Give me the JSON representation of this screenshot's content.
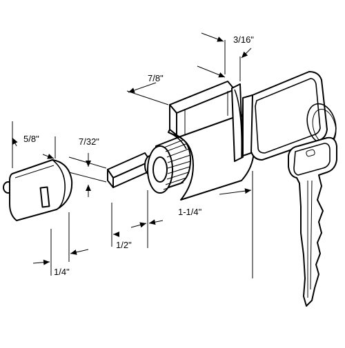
{
  "diagram": {
    "dimensions": {
      "top_width": "3/16\"",
      "cylinder_length": "7/8\"",
      "cap_length": "5/8\"",
      "tail_thickness": "7/32\"",
      "body_length": "1-1/4\"",
      "tail_length": "1/2\"",
      "cap_offset": "1/4\""
    },
    "icons": {
      "lock_cylinder": "lock-cylinder-drawing",
      "key": "key-drawing",
      "cam_cap": "cam-cap-drawing"
    }
  }
}
